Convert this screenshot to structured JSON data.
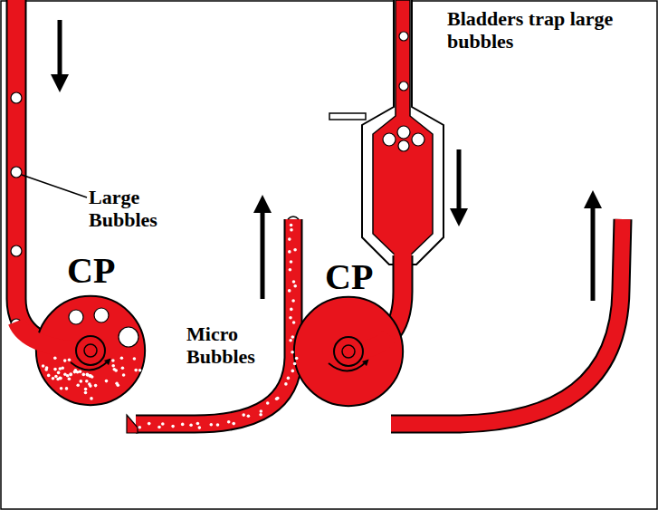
{
  "diagram": {
    "nodes": [
      {
        "text": [
          "CP"
        ]
      },
      {
        "text": [
          "CP"
        ]
      }
    ],
    "labels": [
      "Large Bubbles",
      "Micro Bubbles",
      "Bladders trap large bubbles"
    ]
  }
}
